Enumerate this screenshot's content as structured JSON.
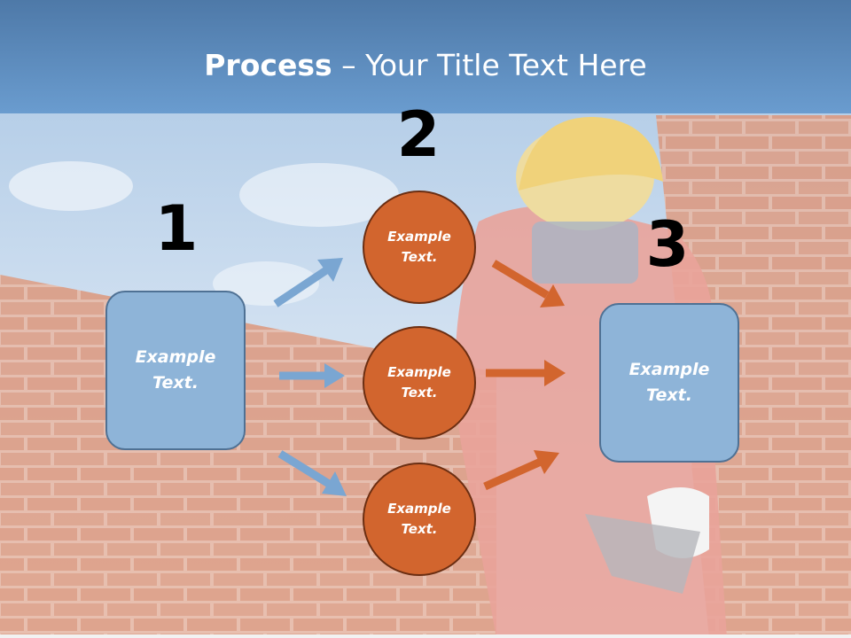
{
  "title": {
    "bold": "Process",
    "rest": " – Your Title Text Here"
  },
  "steps": {
    "one": {
      "number": "1",
      "box_text": "Example Text."
    },
    "two": {
      "number": "2",
      "circles": [
        "Example Text.",
        "Example Text.",
        "Example Text."
      ]
    },
    "three": {
      "number": "3",
      "box_text": "Example Text."
    }
  },
  "colors": {
    "blue_box": "#8eb4d8",
    "blue_arrow": "#7aa6d2",
    "orange_circle": "#d2652e",
    "orange_arrow": "#d2652e",
    "header": "#5a8bbd"
  }
}
